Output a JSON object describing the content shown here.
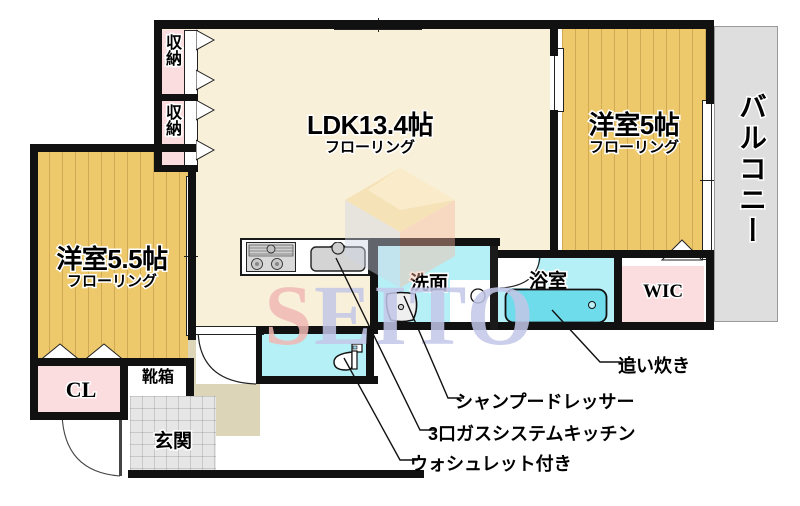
{
  "plan": {
    "rooms": [
      {
        "key": "ldk",
        "name": "LDK13.4帖",
        "sub": "フローリング"
      },
      {
        "key": "bedroom_right",
        "name": "洋室5帖",
        "sub": "フローリング"
      },
      {
        "key": "bedroom_left",
        "name": "洋室5.5帖",
        "sub": "フローリング"
      },
      {
        "key": "balcony",
        "name": "バルコニー",
        "sub": ""
      },
      {
        "key": "washroom",
        "name": "洗面",
        "sub": ""
      },
      {
        "key": "bath",
        "name": "浴室",
        "sub": ""
      },
      {
        "key": "wic",
        "name": "WIC",
        "sub": ""
      },
      {
        "key": "closet",
        "name": "CL",
        "sub": ""
      },
      {
        "key": "shoebox",
        "name": "靴箱",
        "sub": ""
      },
      {
        "key": "entrance",
        "name": "玄関",
        "sub": ""
      },
      {
        "key": "storage_upper",
        "name": "収納",
        "sub": ""
      },
      {
        "key": "storage_lower",
        "name": "収納",
        "sub": ""
      }
    ],
    "annotations": [
      {
        "key": "reheat",
        "text": "追い炊き"
      },
      {
        "key": "shampoo_dresser",
        "text": "シャンプードレッサー"
      },
      {
        "key": "gas_kitchen",
        "text": "3口ガスシステムキッチン"
      },
      {
        "key": "washlet",
        "text": "ウォシュレット付き"
      }
    ],
    "watermark": {
      "part1": "S",
      "part2": "EITO"
    },
    "colors": {
      "wall": "#111111",
      "ldk_floor": "#f9f0d9",
      "wood_floor": "#edc96b",
      "closet_pink": "#fbdde0",
      "water_cyan": "#b6f0f7",
      "balcony_gray": "#dedede",
      "hall_beige": "#ddd5b8",
      "entrance_tile": "#e6e6e6"
    }
  }
}
